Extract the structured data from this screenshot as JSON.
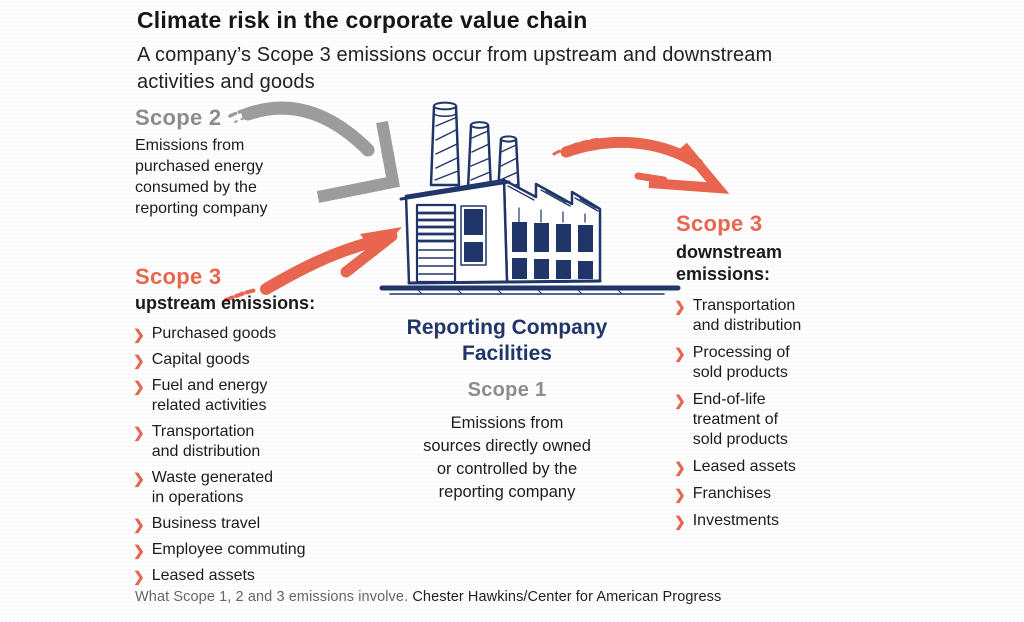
{
  "colors": {
    "accent_red": "#E8664F",
    "navy": "#203569",
    "scope_gray": "#8C8C8C",
    "arrow_gray": "#9C9C9C",
    "text": "#1C1C1C",
    "footer_gray": "#63666A"
  },
  "icons": {
    "bullet_icon": "❯"
  },
  "header": {
    "title": "Climate risk in the corporate value chain",
    "subtitle": "A company’s Scope 3 emissions occur from upstream and downstream\nactivities and goods"
  },
  "scope2": {
    "heading": "Scope 2",
    "description": "Emissions from\npurchased energy\nconsumed by the\nreporting company"
  },
  "scope3_upstream": {
    "heading": "Scope 3",
    "subheading": "upstream emissions:",
    "items": [
      "Purchased goods",
      "Capital goods",
      "Fuel and energy\nrelated activities",
      "Transportation\nand distribution",
      "Waste generated\nin operations",
      "Business travel",
      "Employee commuting",
      "Leased assets"
    ]
  },
  "center": {
    "facility_label": "Reporting Company\nFacilities",
    "scope1_heading": "Scope 1",
    "scope1_description": "Emissions from\nsources directly owned\nor controlled by the\nreporting company"
  },
  "scope3_downstream": {
    "heading": "Scope 3",
    "subheading": "downstream\nemissions:",
    "items": [
      "Transportation\nand distribution",
      "Processing of\nsold products",
      "End-of-life\ntreatment of\nsold products",
      "Leased assets",
      "Franchises",
      "Investments"
    ]
  },
  "footer": {
    "caption": "What Scope 1, 2 and 3 emissions involve. ",
    "credit": "Chester Hawkins/Center for American Progress"
  }
}
